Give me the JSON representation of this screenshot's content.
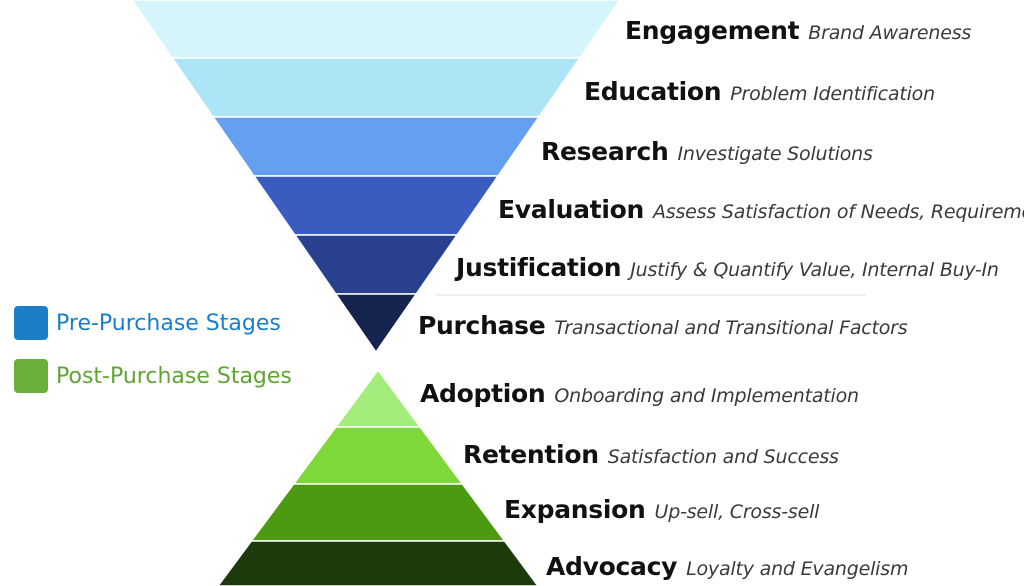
{
  "legend": {
    "pre": {
      "label": "Pre-Purchase Stages",
      "color": "#1a7fc8",
      "text_color": "#1a7fc8"
    },
    "post": {
      "label": "Post-Purchase Stages",
      "color": "#6aae3c",
      "text_color": "#5fa535"
    }
  },
  "pre_stages": [
    {
      "name": "Engagement",
      "desc": "Brand Awareness",
      "color": "#d6f4fb"
    },
    {
      "name": "Education",
      "desc": "Problem Identification",
      "color": "#aee5f6"
    },
    {
      "name": "Research",
      "desc": "Investigate Solutions",
      "color": "#649ff0"
    },
    {
      "name": "Evaluation",
      "desc": "Assess Satisfaction of Needs, Requirements",
      "color": "#3a5bc0"
    },
    {
      "name": "Justification",
      "desc": "Justify & Quantify Value, Internal Buy-In",
      "color": "#28408e"
    },
    {
      "name": "Purchase",
      "desc": "Transactional and Transitional Factors",
      "color": "#15244f"
    }
  ],
  "post_stages": [
    {
      "name": "Adoption",
      "desc": "Onboarding and Implementation",
      "color": "#a4ec7c"
    },
    {
      "name": "Retention",
      "desc": "Satisfaction and Success",
      "color": "#7ed83a"
    },
    {
      "name": "Expansion",
      "desc": "Up-sell, Cross-sell",
      "color": "#4c9a0f"
    },
    {
      "name": "Advocacy",
      "desc": "Loyalty and Evangelism",
      "color": "#1c3a0a"
    }
  ]
}
